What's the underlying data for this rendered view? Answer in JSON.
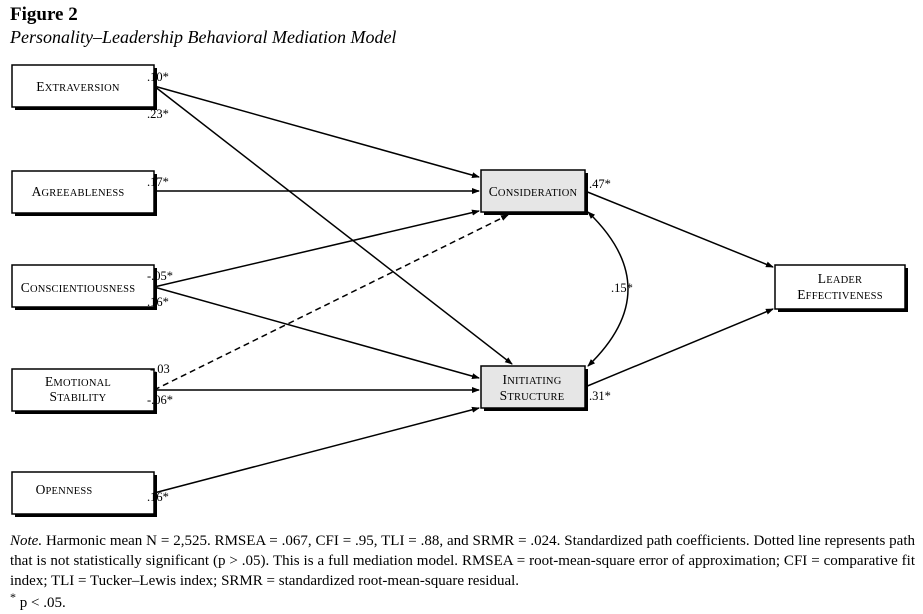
{
  "figure": {
    "label": "Figure 2",
    "title": "Personality–Leadership Behavioral Mediation Model"
  },
  "nodes": {
    "extraversion": [
      "Extraversion"
    ],
    "agreeableness": [
      "Agreeableness"
    ],
    "conscientiousness": [
      "Conscientiousness"
    ],
    "emotional_stability": [
      "Emotional",
      "Stability"
    ],
    "openness": [
      "Openness"
    ],
    "consideration": [
      "Consideration"
    ],
    "initiating_structure": [
      "Initiating",
      "Structure"
    ],
    "leader_effectiveness": [
      "Leader",
      "Effectiveness"
    ]
  },
  "paths": {
    "extraversion_consideration": ".10*",
    "extraversion_initiating": ".23*",
    "agreeableness_consideration": ".17*",
    "conscientiousness_consideration": "-.05*",
    "conscientiousness_initiating": ".16*",
    "emotional_consideration": "-.03",
    "emotional_initiating": "-.06*",
    "openness_initiating": ".16*",
    "consideration_leader": ".47*",
    "initiating_leader": ".31*",
    "covariance": ".15*"
  },
  "note": {
    "label": "Note.",
    "text": "Harmonic mean N = 2,525. RMSEA = .067, CFI = .95, TLI = .88, and SRMR = .024. Standardized path coefficients. Dotted line represents path that is not statistically significant (p > .05). This is a full mediation model. RMSEA = root-mean-square error of approximation; CFI = comparative fit index; TLI = Tucker–Lewis index; SRMR = standardized root-mean-square residual.",
    "significance": "p < .05."
  }
}
